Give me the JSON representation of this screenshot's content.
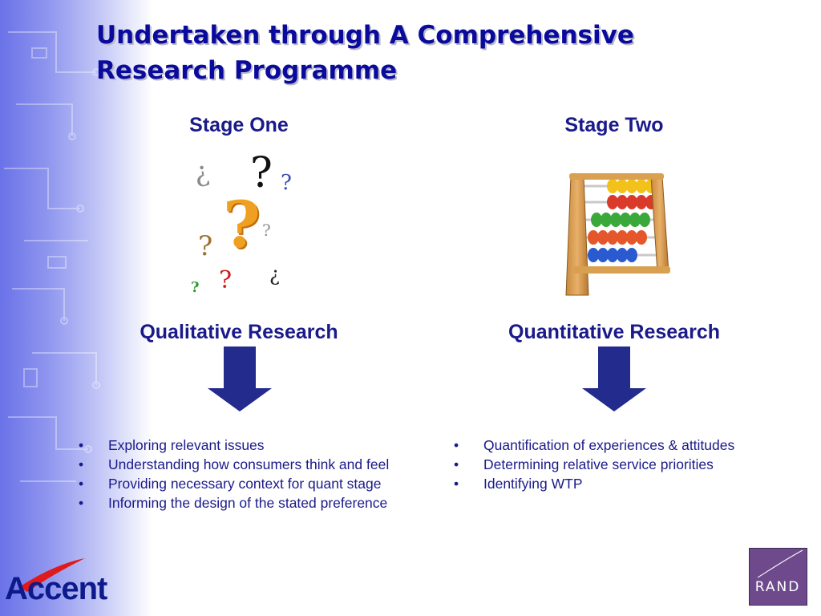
{
  "slide": {
    "title_line1": "Undertaken through A Comprehensive",
    "title_line2": "Research Programme"
  },
  "stage_one": {
    "title": "Stage One",
    "research": "Qualitative Research",
    "bullets": [
      "Exploring relevant issues",
      "Understanding how consumers think and feel",
      "Providing necessary context for quant stage",
      "Informing the design of the stated preference"
    ],
    "question_marks": [
      "¿",
      "?",
      "?",
      "?",
      "?",
      "?",
      "?",
      "¿",
      "?"
    ]
  },
  "stage_two": {
    "title": "Stage Two",
    "research": "Quantitative Research",
    "bullets": [
      "Quantification of experiences & attitudes",
      "Determining relative service priorities",
      "Identifying WTP"
    ]
  },
  "logos": {
    "left": "Accent",
    "right": "RAND"
  },
  "icons": {
    "arrow": "down-arrow-icon",
    "image_left": "question-marks-illustration",
    "image_right": "abacus-illustration"
  },
  "colors": {
    "title": "#0a0a9c",
    "text": "#1a1a8a",
    "arrow": "#232b8c",
    "side_band": "#6a72e8",
    "rand_bg": "#6e4a8d"
  }
}
